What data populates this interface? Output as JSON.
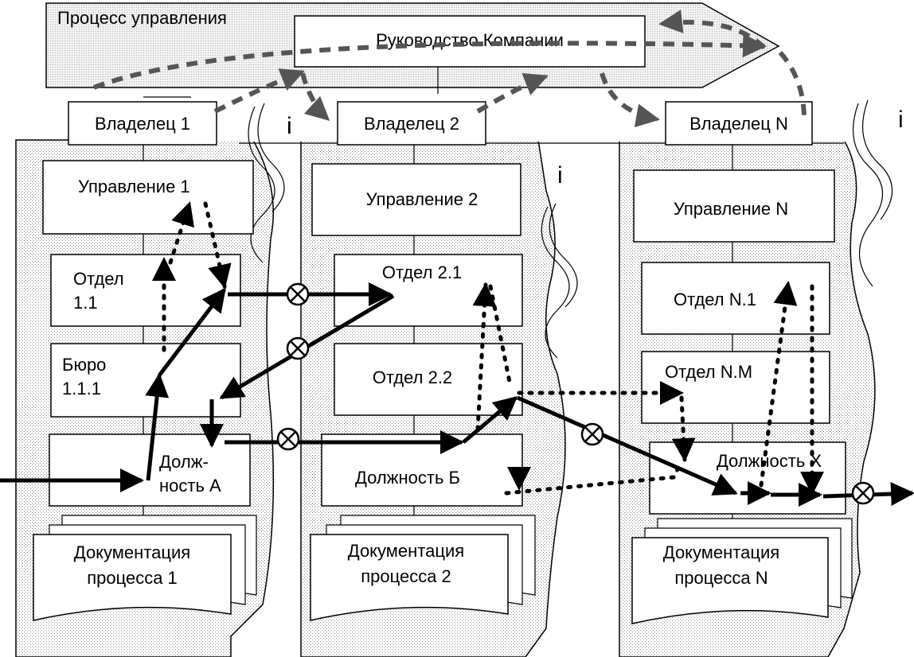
{
  "management_process": {
    "label": "Процесс управления",
    "leadership": "Руководство Компании"
  },
  "owners": [
    "Владелец 1",
    "Владелец 2",
    "Владелец N"
  ],
  "info_marks": [
    "i",
    "i",
    "i"
  ],
  "columns": [
    {
      "units": [
        {
          "lines": [
            "Управление 1"
          ]
        },
        {
          "lines": [
            "Отдел",
            "1.1"
          ]
        },
        {
          "lines": [
            "Бюро",
            "1.1.1"
          ]
        },
        {
          "lines": [
            "Долж-",
            "ность А"
          ]
        }
      ],
      "documentation": [
        "Документация",
        "процесса 1"
      ]
    },
    {
      "units": [
        {
          "lines": [
            "Управление 2"
          ]
        },
        {
          "lines": [
            "Отдел 2.1"
          ]
        },
        {
          "lines": [
            "Отдел 2.2"
          ]
        },
        {
          "lines": [
            "Должность Б"
          ]
        }
      ],
      "documentation": [
        "Документация",
        "процесса 2"
      ]
    },
    {
      "units": [
        {
          "lines": [
            "Управление N"
          ]
        },
        {
          "lines": [
            "Отдел N.1"
          ]
        },
        {
          "lines": [
            "Отдел N.M"
          ]
        },
        {
          "lines": [
            "Должность X"
          ]
        }
      ],
      "documentation": [
        "Документация",
        "процесса N"
      ]
    }
  ]
}
